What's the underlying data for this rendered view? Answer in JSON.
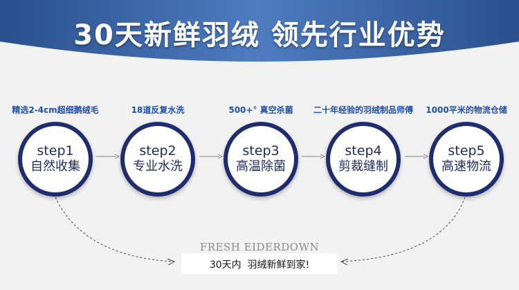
{
  "headline": "30天新鲜羽绒  领先行业优势",
  "colors": {
    "banner_dark": "#2a4f8c",
    "banner_light": "#4e7cc0",
    "caption": "#1f4fa8",
    "circle_border": "#1f2d6e"
  },
  "steps": [
    {
      "caption": "精选2-4cm超细鹅绒毛",
      "step": "step1",
      "label": "自然收集"
    },
    {
      "caption": "18道反复水洗",
      "step": "step2",
      "label": "专业水洗"
    },
    {
      "caption": "500+°  真空杀菌",
      "step": "step3",
      "label": "高温除菌"
    },
    {
      "caption": "二十年经验的羽绒制品师傅",
      "step": "step4",
      "label": "剪裁缝制"
    },
    {
      "caption": "1000平米的物流仓储",
      "step": "step5",
      "label": "高速物流"
    }
  ],
  "brand": "FRESH EIDERDOWN",
  "bottom_text": "30天内  羽绒新鲜到家!"
}
